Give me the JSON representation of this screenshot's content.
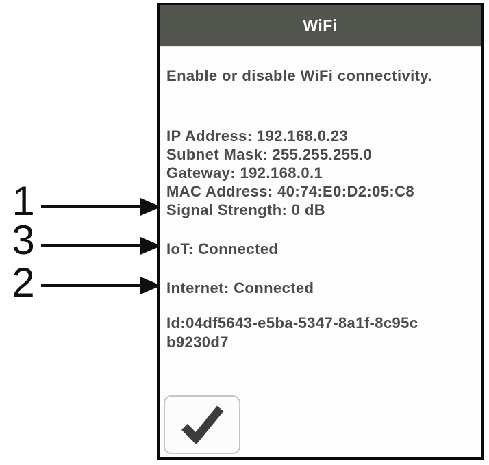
{
  "callouts": {
    "one": {
      "label": "1",
      "points_to": "signal-strength-line"
    },
    "three": {
      "label": "3",
      "points_to": "iot-status-line"
    },
    "two": {
      "label": "2",
      "points_to": "internet-status-line"
    }
  },
  "panel": {
    "title": "WiFi",
    "description": "Enable or disable WiFi connectivity.",
    "network": {
      "ip": "IP Address: 192.168.0.23",
      "subnet": "Subnet Mask: 255.255.255.0",
      "gateway": "Gateway: 192.168.0.1",
      "mac": "MAC Address: 40:74:E0:D2:05:C8",
      "signal": "Signal Strength: 0 dB"
    },
    "iot_status": "IoT: Connected",
    "internet_status": "Internet: Connected",
    "device_id_line1": "Id:04df5643-e5ba-5347-8a1f-8c95c",
    "device_id_line2": "b9230d7",
    "confirm_icon": "check-icon"
  },
  "colors": {
    "title_bar_bg": "#51554e",
    "title_text": "#ffffff",
    "body_text": "#4a4c49",
    "panel_border": "#0b0b0b",
    "callout_black": "#0f0f0f",
    "button_border": "#c6c6c6",
    "button_bg": "#fcfcfc",
    "check_mark": "#3c3c3c"
  }
}
